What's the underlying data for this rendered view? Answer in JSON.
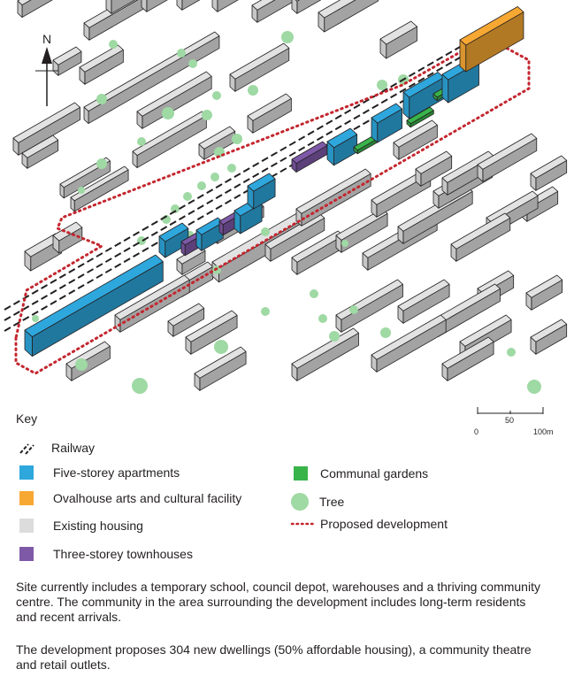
{
  "map": {
    "north_label": "N",
    "colors": {
      "five_storey": "#2ea7dd",
      "ovalhouse": "#f7a833",
      "existing": "#e2e2e2",
      "townhouses": "#7e59a8",
      "gardens": "#39b44a",
      "tree": "#9fd9a4",
      "boundary": "#c4262e"
    }
  },
  "scale": {
    "labels": [
      "0",
      "50",
      "100m"
    ]
  },
  "key": {
    "title": "Key",
    "railway": "Railway",
    "five_storey": "Five-storey apartments",
    "ovalhouse": "Ovalhouse arts and cultural facility",
    "existing": "Existing housing",
    "townhouses": "Three-storey townhouses",
    "gardens": "Communal gardens",
    "tree": "Tree",
    "proposed": "Proposed development"
  },
  "description": {
    "p1": "Site currently includes a temporary school, council depot, warehouses and a thriving community centre. The community in the area surrounding the development includes long-term residents and recent arrivals.",
    "p2": "The development proposes 304 new dwellings (50% affordable housing), a community theatre and retail outlets."
  }
}
